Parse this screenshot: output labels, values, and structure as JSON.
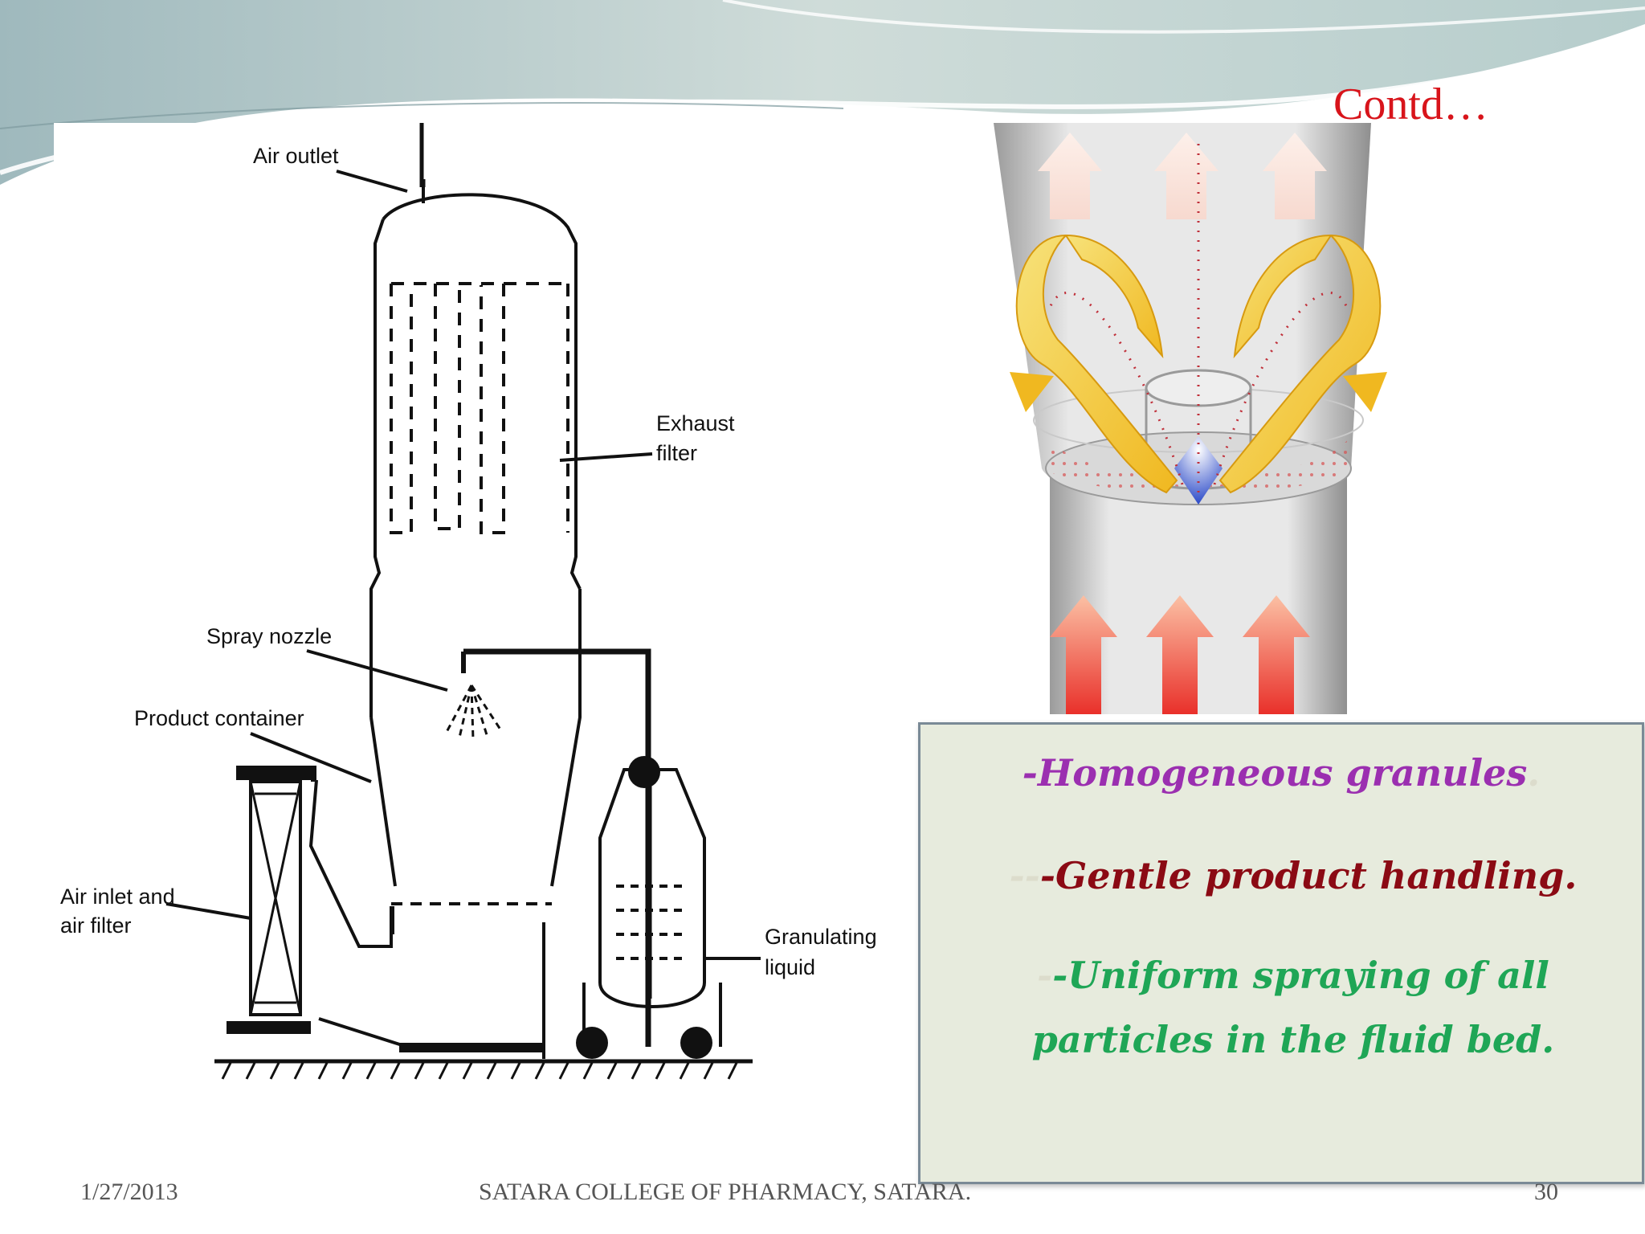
{
  "slide": {
    "heading": "Contd…",
    "points": [
      {
        "dash": "-",
        "text": "Homogeneous granules",
        "trail": "."
      },
      {
        "dash": "--",
        "dash2": "-",
        "text": "Gentle product handling."
      },
      {
        "dash": "-",
        "dash2": "-",
        "line1": "Uniform spraying of all",
        "line2": "particles in the fluid bed."
      }
    ],
    "colors": {
      "heading": "#d8141b",
      "point1": "#9b2fb0",
      "point2": "#8b0a14",
      "point3": "#1fa656",
      "box_bg": "#e7ebdd"
    }
  },
  "diagram": {
    "labels": {
      "air_outlet": "Air outlet",
      "exhaust": "Exhaust",
      "filter": "filter",
      "spray_nozzle": "Spray nozzle",
      "product_container": "Product container",
      "air_inlet_1": "Air inlet and",
      "air_inlet_2": "air filter",
      "granulating": "Granulating",
      "liquid": "liquid"
    }
  },
  "footer": {
    "date": "1/27/2013",
    "college": "SATARA COLLEGE OF PHARMACY, SATARA.",
    "page": "30"
  }
}
